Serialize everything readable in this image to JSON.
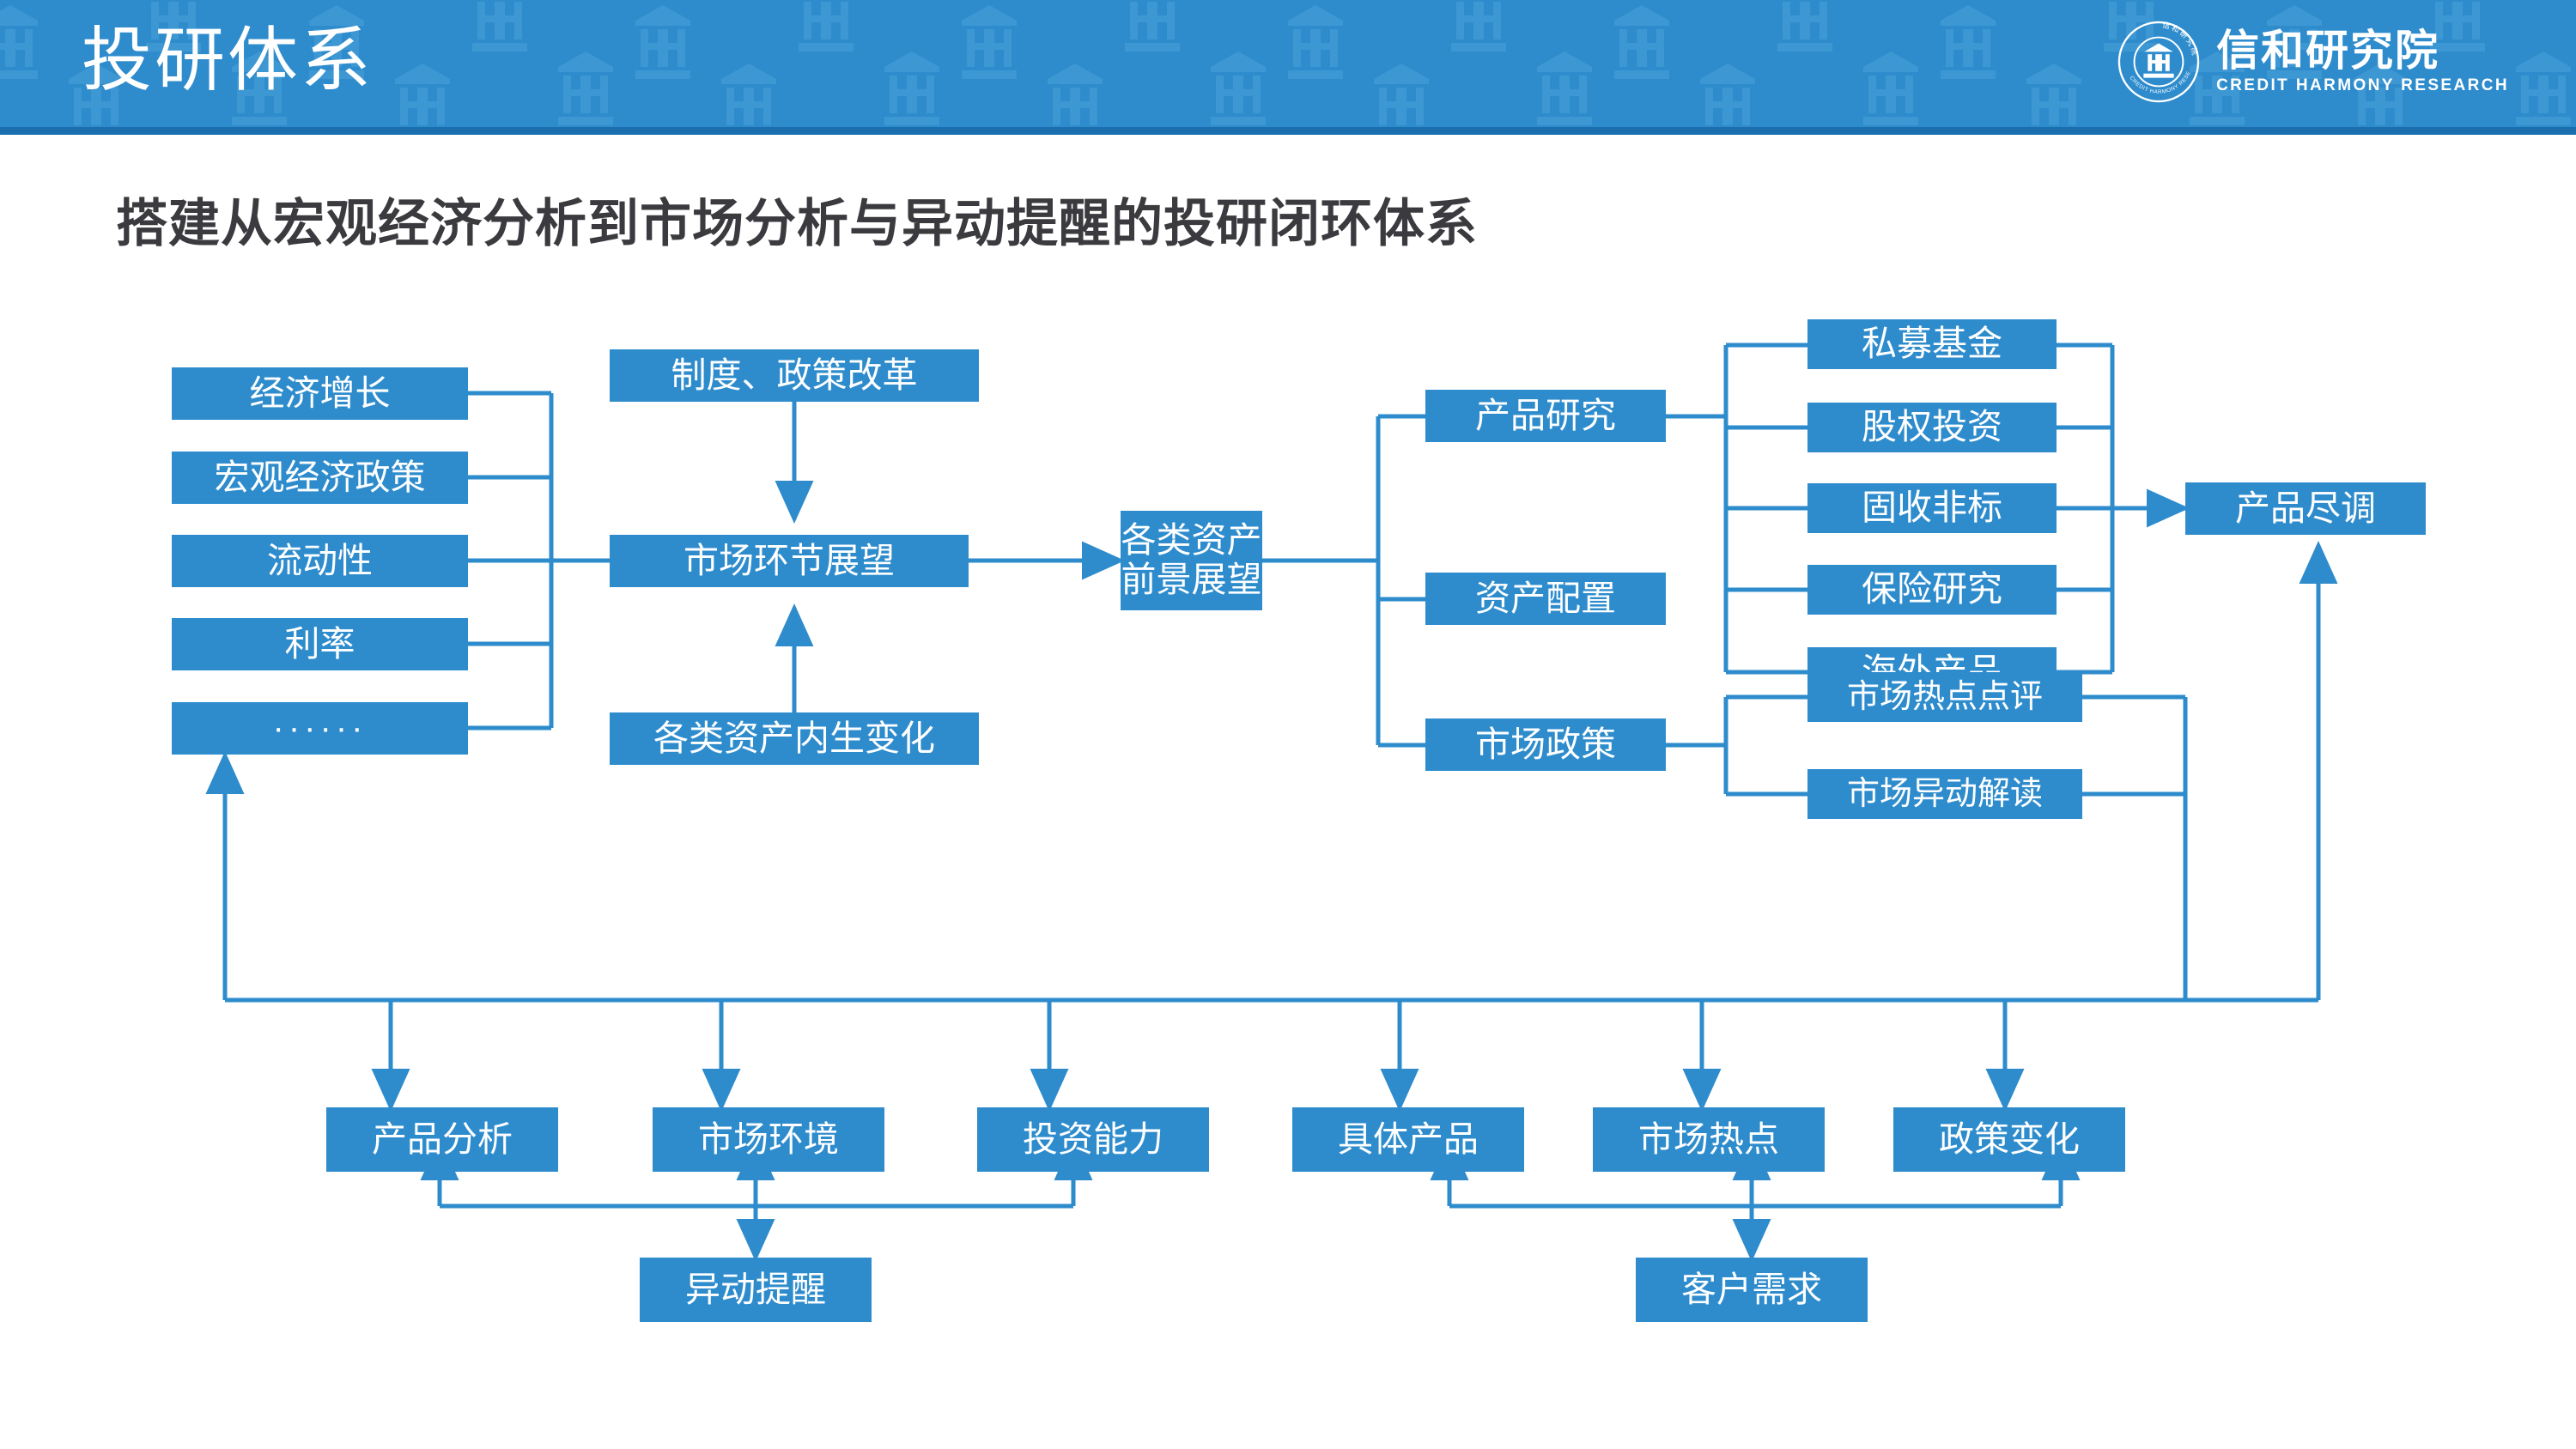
{
  "header": {
    "title": "投研体系",
    "brand_cn": "信和研究院",
    "brand_en": "CREDIT HARMONY RESEARCH",
    "seal_center_glyph": "立",
    "seal_ring_cn": "信和研究院",
    "seal_ring_en": "CREDIT HARMONY RESEARCH",
    "bg_color": "#2e8ccd",
    "underline_color": "#1b6fae"
  },
  "subtitle": "搭建从宏观经济分析到市场分析与异动提醒的投研闭环体系",
  "theme": {
    "node_fill": "#2e8ccd",
    "node_text": "#ffffff",
    "wire_color": "#2e8ccd",
    "subtitle_color": "#3b3b3f",
    "page_bg": "#ffffff"
  },
  "nodes": {
    "macro_inputs": [
      {
        "id": "economic-growth",
        "label": "经济增长"
      },
      {
        "id": "macro-policy",
        "label": "宏观经济政策"
      },
      {
        "id": "liquidity",
        "label": "流动性"
      },
      {
        "id": "interest-rate",
        "label": "利率"
      },
      {
        "id": "etc",
        "label": "······"
      }
    ],
    "institution_reform": "制度、政策改革",
    "market_outlook": "市场环节展望",
    "asset_endogenous_change": "各类资产内生变化",
    "asset_prospect": "各类资产\n前景展望",
    "research_branches": [
      {
        "id": "product-research",
        "label": "产品研究"
      },
      {
        "id": "asset-allocation",
        "label": "资产配置"
      },
      {
        "id": "market-policy",
        "label": "市场政策"
      }
    ],
    "product_types": [
      {
        "id": "private-fund",
        "label": "私募基金"
      },
      {
        "id": "equity-investment",
        "label": "股权投资"
      },
      {
        "id": "fixed-income",
        "label": "固收非标"
      },
      {
        "id": "insurance-research",
        "label": "保险研究"
      },
      {
        "id": "overseas-product",
        "label": "海外产品"
      }
    ],
    "policy_outputs": [
      {
        "id": "market-hotspot-review",
        "label": "市场热点点评"
      },
      {
        "id": "market-anomaly-read",
        "label": "市场异动解读"
      }
    ],
    "due_diligence": "产品尽调",
    "bottom_row": [
      {
        "id": "product-analysis",
        "label": "产品分析"
      },
      {
        "id": "market-environment",
        "label": "市场环境"
      },
      {
        "id": "investment-ability",
        "label": "投资能力"
      },
      {
        "id": "specific-product",
        "label": "具体产品"
      },
      {
        "id": "market-hotspot",
        "label": "市场热点"
      },
      {
        "id": "policy-change",
        "label": "政策变化"
      }
    ],
    "anomaly_alert": "异动提醒",
    "customer_demand": "客户需求"
  }
}
